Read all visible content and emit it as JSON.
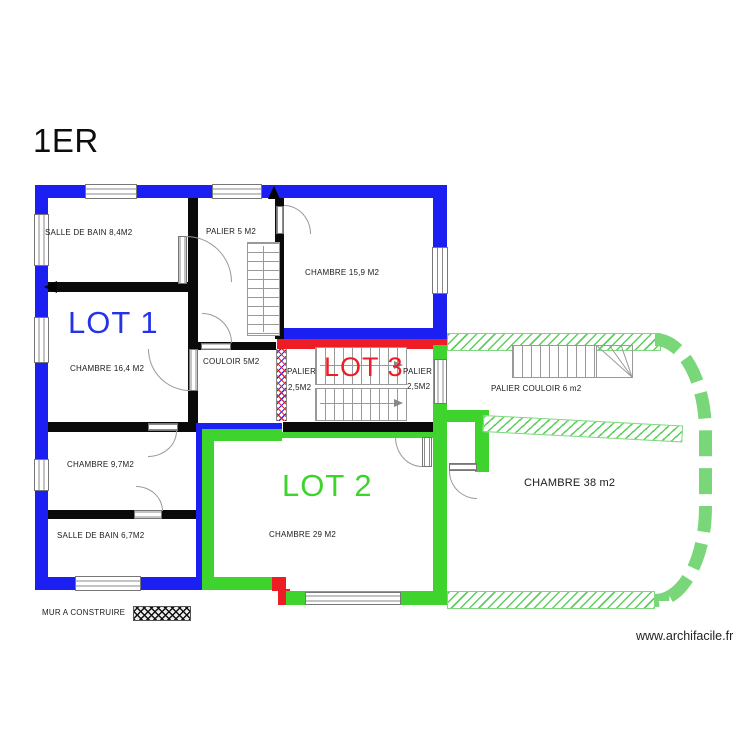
{
  "title": "1ER",
  "watermark": "www.archifacile.fr",
  "legend": {
    "wall_to_build_label": "MUR A CONSTRUIRE"
  },
  "lots": {
    "lot1": {
      "label": "LOT 1",
      "color": "#2433ea"
    },
    "lot2": {
      "label": "LOT 2",
      "color": "#3ed32d"
    },
    "lot3": {
      "label": "LOT 3",
      "color": "#ee1c25"
    }
  },
  "rooms": {
    "salle_de_bain_8_4": {
      "label": "SALLE DE BAIN 8,4M2"
    },
    "palier_5": {
      "label": "PALIER 5 M2"
    },
    "chambre_15_9": {
      "label": "CHAMBRE 15,9 M2"
    },
    "chambre_16_4": {
      "label": "CHAMBRE 16,4 M2"
    },
    "couloir_5": {
      "label": "COULOIR 5M2"
    },
    "palier_gauche": {
      "label": "PALIER",
      "area": "2,5M2"
    },
    "palier_droit": {
      "label": "PALIER",
      "area": "2,5M2"
    },
    "palier_couloir_6": {
      "label": "PALIER COULOIR 6 m2"
    },
    "chambre_9_7": {
      "label": "CHAMBRE 9,7M2"
    },
    "chambre_29": {
      "label": "CHAMBRE 29 M2"
    },
    "salle_de_bain_6_7": {
      "label": "SALLE DE BAIN 6,7M2"
    },
    "chambre_38": {
      "label": "CHAMBRE 38 m2"
    }
  },
  "colors": {
    "wall_lot1_blue": "#1b1ff2",
    "wall_lot2_green": "#3ed32d",
    "wall_lot3_red": "#ee1c25",
    "wall_interior_black": "#0a0a0a",
    "wall_to_build_hatch_green": "#7fd87f"
  }
}
